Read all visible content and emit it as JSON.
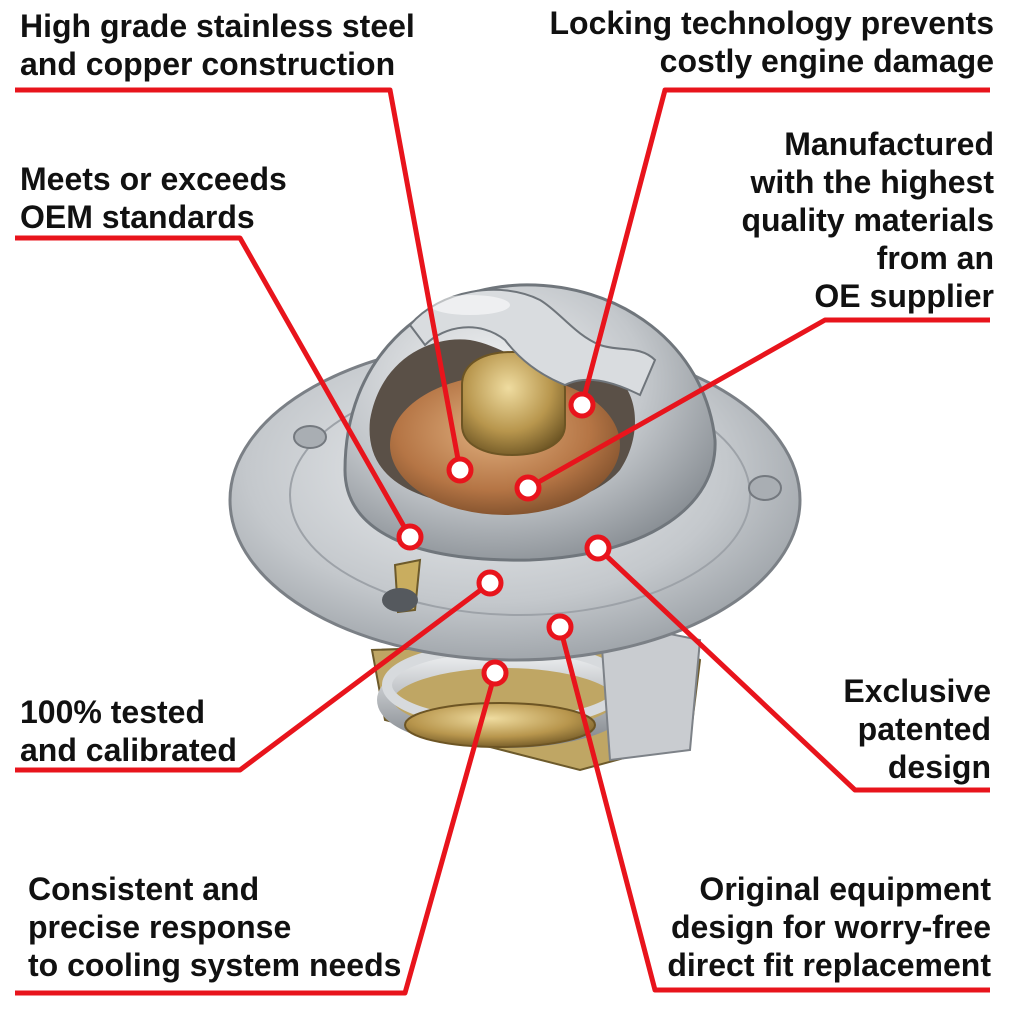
{
  "colors": {
    "callout": "#e8141c",
    "text": "#111111",
    "metal": "#c9ccd0",
    "metal_dark": "#8e9399",
    "brass": "#b8964d",
    "copper": "#b5764a",
    "background": "#ffffff"
  },
  "callouts": [
    {
      "id": "stainless",
      "text": "High grade stainless steel\nand copper construction"
    },
    {
      "id": "locking",
      "text": "Locking technology prevents\ncostly engine damage"
    },
    {
      "id": "oem",
      "text": "Meets or exceeds\nOEM standards"
    },
    {
      "id": "manufactured",
      "text": "Manufactured\nwith the highest\nquality materials\nfrom an\nOE supplier"
    },
    {
      "id": "tested",
      "text": "100% tested\nand calibrated"
    },
    {
      "id": "exclusive",
      "text": "Exclusive\npatented\ndesign"
    },
    {
      "id": "consistent",
      "text": "Consistent and\nprecise response\nto cooling system needs"
    },
    {
      "id": "original",
      "text": "Original equipment\ndesign for worry-free\ndirect fit replacement"
    }
  ]
}
